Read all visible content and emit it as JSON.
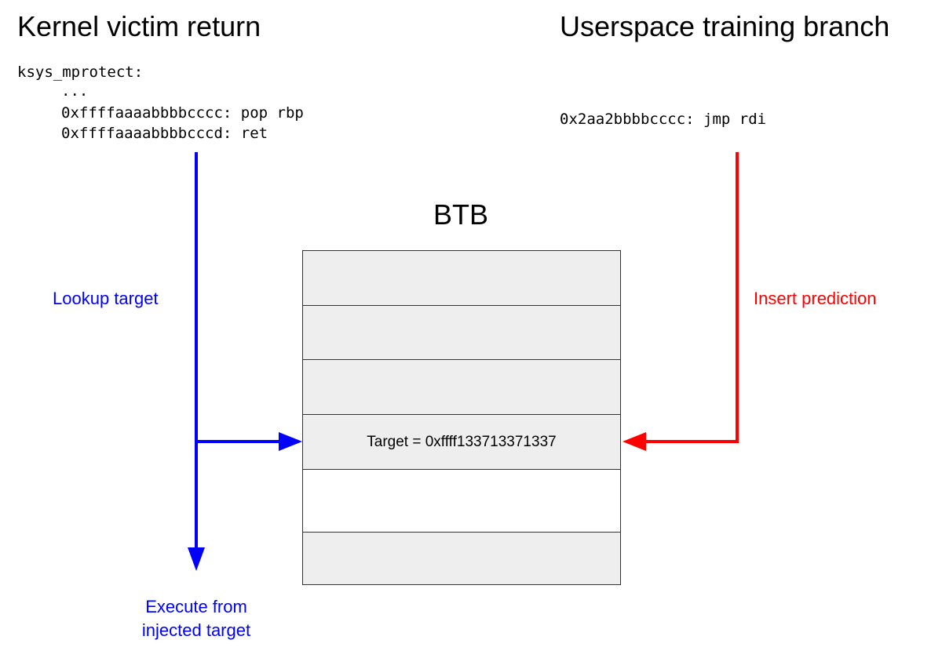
{
  "left": {
    "title": "Kernel victim return",
    "code_lines": [
      "ksys_mprotect:",
      "...",
      "0xffffaaaabbbbcccc: pop rbp",
      "0xffffaaaabbbbcccd: ret"
    ]
  },
  "right": {
    "title": "Userspace training branch",
    "code_line": "0x2aa2bbbbcccc: jmp rdi"
  },
  "btb": {
    "title": "BTB",
    "rows": [
      "",
      "",
      "",
      "Target = 0xffff133713371337",
      "",
      ""
    ]
  },
  "labels": {
    "lookup": "Lookup target",
    "insert": "Insert prediction",
    "execute_line1": "Execute from",
    "execute_line2": "injected target"
  },
  "colors": {
    "lookup_arrow": "#0000ff",
    "insert_arrow": "#ff0000"
  }
}
